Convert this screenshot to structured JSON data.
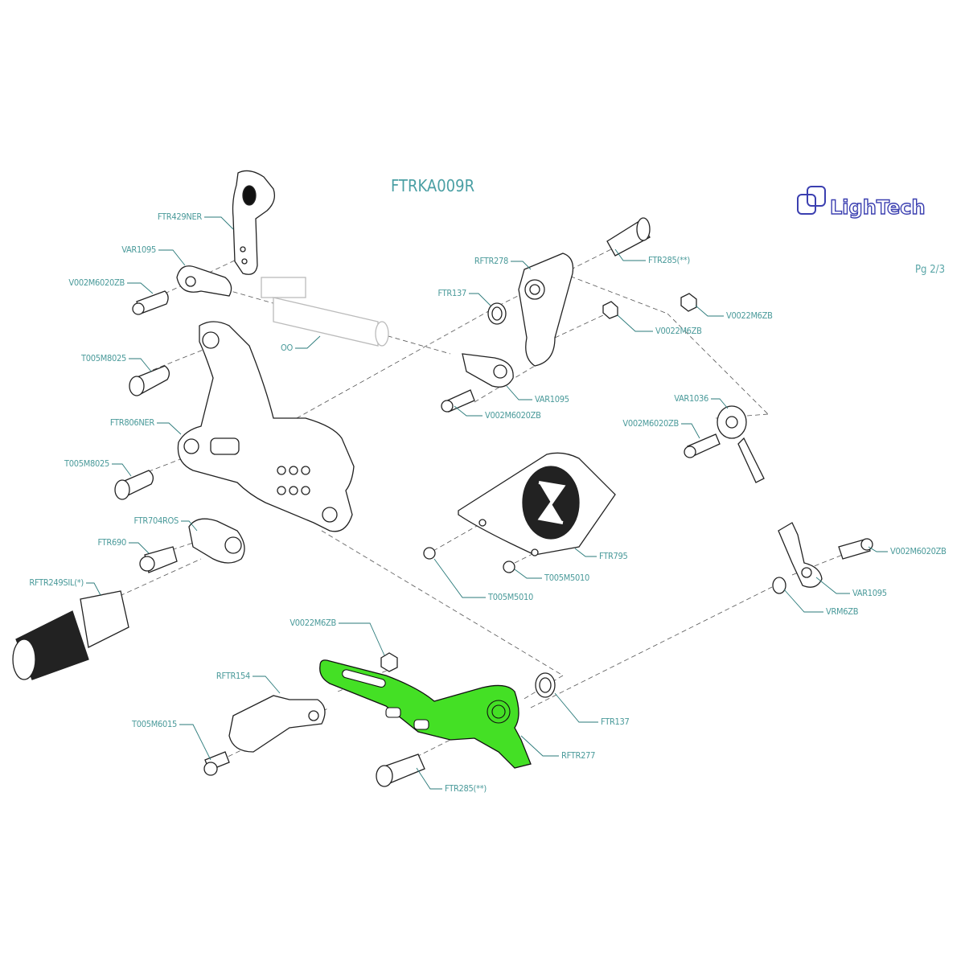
{
  "title": "FTRKA009R",
  "page_indicator": "Pg 2/3",
  "brand": "LighTech",
  "colors": {
    "label": "#4a9a9a",
    "highlight": "#44e025",
    "logo": "#3b3fb0",
    "line": "#333333"
  },
  "labels": {
    "ftr429ner": "FTR429NER",
    "var1095_a": "VAR1095",
    "v002m6020zb_a": "V002M6020ZB",
    "t005m8025_a": "T005M8025",
    "ftr806ner": "FTR806NER",
    "t005m8025_b": "T005M8025",
    "ftr704ros": "FTR704ROS",
    "ftr690": "FTR690",
    "rftr249sil": "RFTR249SIL(*)",
    "oo": "OO",
    "rftr278": "RFTR278",
    "ftr137_a": "FTR137",
    "ftr285_a": "FTR285(**)",
    "v0022m6zb_a": "V0022M6ZB",
    "v0022m6zb_b": "V0022M6ZB",
    "var1095_b": "VAR1095",
    "v002m6020zb_b": "V002M6020ZB",
    "var1036": "VAR1036",
    "v002m6020zb_c": "V002M6020ZB",
    "ftr795": "FTR795",
    "t005m5010_a": "T005M5010",
    "t005m5010_b": "T005M5010",
    "v002m6020zb_d": "V002M6020ZB",
    "var1095_c": "VAR1095",
    "vrm6zb": "VRM6ZB",
    "v0022m6zb_c": "V0022M6ZB",
    "rftr154": "RFTR154",
    "t005m6015": "T005M6015",
    "ftr137_b": "FTR137",
    "rftr277": "RFTR277",
    "ftr285_b": "FTR285(**)"
  }
}
